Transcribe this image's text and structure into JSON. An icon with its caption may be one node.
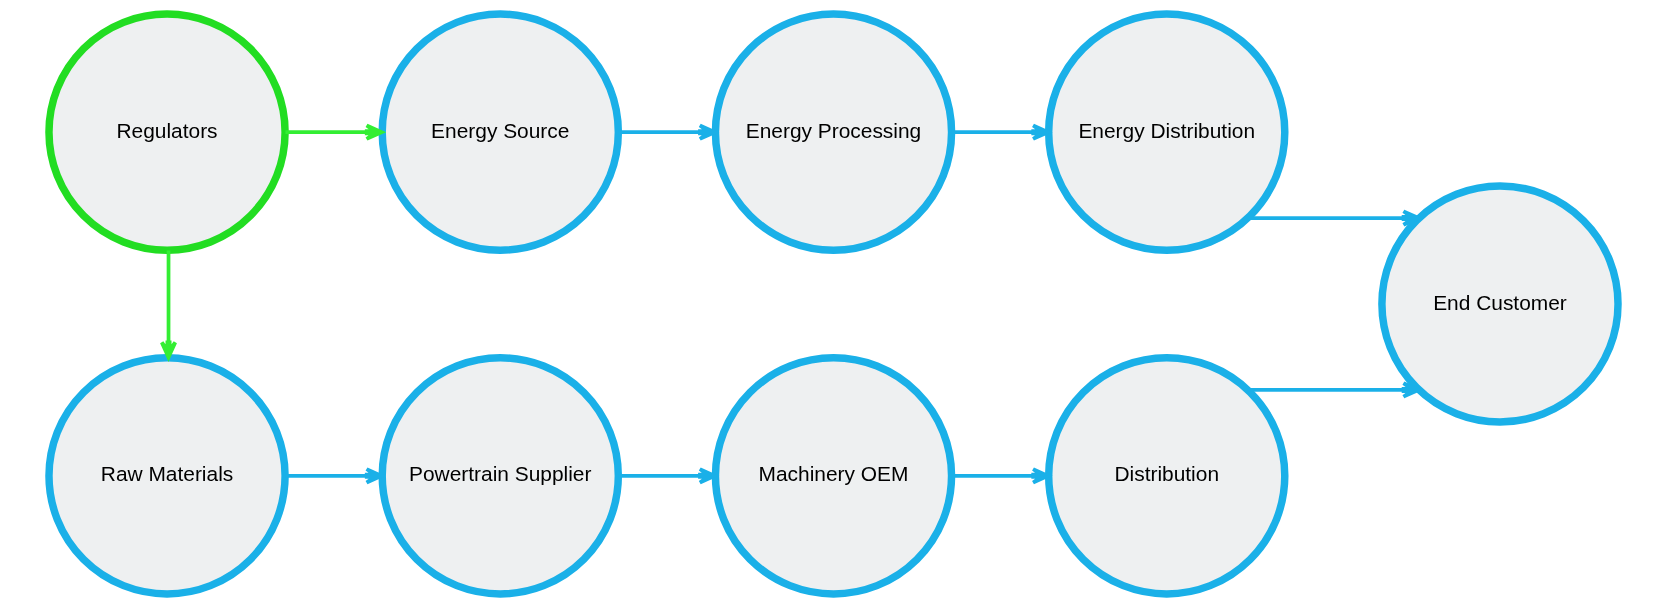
{
  "diagram": {
    "nodes": [
      {
        "text": [
          "Raw Materials"
        ]
      },
      {
        "text": [
          "Powertrain Supplier"
        ]
      },
      {
        "text": [
          "Machinery OEM"
        ]
      },
      {
        "text": [
          "Distribution"
        ]
      },
      {
        "text": [
          "End Customer"
        ]
      },
      {
        "text": [
          "Regulators"
        ]
      },
      {
        "text": [
          "Energy Source"
        ]
      },
      {
        "text": [
          "Energy Processing"
        ]
      },
      {
        "text": [
          "Energy Distribution"
        ]
      }
    ],
    "edges": [
      {
        "from": 0,
        "to": 1,
        "arrow": "to"
      },
      {
        "from": 1,
        "to": 2,
        "arrow": "to"
      },
      {
        "from": 2,
        "to": 3,
        "arrow": "to"
      },
      {
        "from": 3,
        "to": 4,
        "arrow": "to"
      },
      {
        "from": 5,
        "to": 0,
        "arrow": "to",
        "color": "#33ee33"
      },
      {
        "from": 5,
        "to": 6,
        "arrow": "to",
        "color": "#33ee33"
      },
      {
        "from": 6,
        "to": 7,
        "arrow": "to"
      },
      {
        "from": 7,
        "to": 8,
        "arrow": "to"
      },
      {
        "from": 8,
        "to": 4,
        "arrow": "to"
      }
    ]
  }
}
